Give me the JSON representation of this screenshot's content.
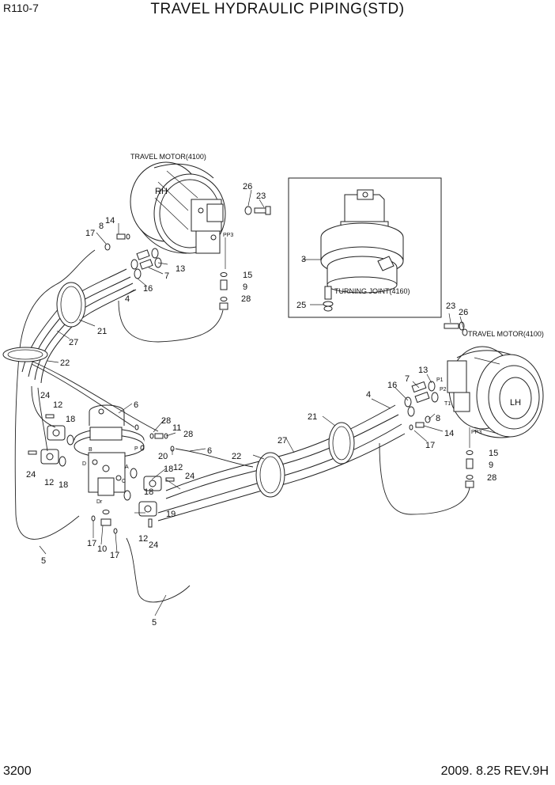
{
  "header": {
    "model": "R110-7",
    "title": "TRAVEL HYDRAULIC PIPING(STD)"
  },
  "footer": {
    "page": "3200",
    "date_rev": "2009. 8.25  REV.9H"
  },
  "captions": {
    "travel_motor_rh": "TRAVEL MOTOR(4100)",
    "travel_motor_lh": "TRAVEL MOTOR(4100)",
    "turning_joint": "TURNING JOINT(4160)",
    "rh": "RH",
    "lh": "LH",
    "pp3_rh": "PP3",
    "pp3_lh": "PP3",
    "p1": "P1",
    "p2": "P2",
    "t1": "T1",
    "port_b": "B",
    "port_a": "A",
    "port_c": "C",
    "port_d": "D",
    "port_p": "P",
    "port_dr": "Dr"
  },
  "callouts": [
    {
      "id": "c26a",
      "text": "26"
    },
    {
      "id": "c23a",
      "text": "23"
    },
    {
      "id": "c8a",
      "text": "8"
    },
    {
      "id": "c14a",
      "text": "14"
    },
    {
      "id": "c17a",
      "text": "17"
    },
    {
      "id": "c13a",
      "text": "13"
    },
    {
      "id": "c7a",
      "text": "7"
    },
    {
      "id": "c16a",
      "text": "16"
    },
    {
      "id": "c4a",
      "text": "4"
    },
    {
      "id": "c15a",
      "text": "15"
    },
    {
      "id": "c9a",
      "text": "9"
    },
    {
      "id": "c28a",
      "text": "28"
    },
    {
      "id": "c21a",
      "text": "21"
    },
    {
      "id": "c27a",
      "text": "27"
    },
    {
      "id": "c22a",
      "text": "22"
    },
    {
      "id": "c3",
      "text": "3"
    },
    {
      "id": "c25",
      "text": "25"
    },
    {
      "id": "c23b",
      "text": "23"
    },
    {
      "id": "c26b",
      "text": "26"
    },
    {
      "id": "c24a",
      "text": "24"
    },
    {
      "id": "c12a",
      "text": "12"
    },
    {
      "id": "c18a",
      "text": "18"
    },
    {
      "id": "c24b",
      "text": "24"
    },
    {
      "id": "c12b",
      "text": "12"
    },
    {
      "id": "c18b",
      "text": "18"
    },
    {
      "id": "c6a",
      "text": "6"
    },
    {
      "id": "c28b",
      "text": "28"
    },
    {
      "id": "c11",
      "text": "11"
    },
    {
      "id": "c28c",
      "text": "28"
    },
    {
      "id": "c20",
      "text": "20"
    },
    {
      "id": "c6b",
      "text": "6"
    },
    {
      "id": "c18c",
      "text": "18"
    },
    {
      "id": "c12c",
      "text": "12"
    },
    {
      "id": "c24c",
      "text": "24"
    },
    {
      "id": "c18d",
      "text": "18"
    },
    {
      "id": "c19",
      "text": "19"
    },
    {
      "id": "c12d",
      "text": "12"
    },
    {
      "id": "c24d",
      "text": "24"
    },
    {
      "id": "c17b",
      "text": "17"
    },
    {
      "id": "c10",
      "text": "10"
    },
    {
      "id": "c17c",
      "text": "17"
    },
    {
      "id": "c5a",
      "text": "5"
    },
    {
      "id": "c5b",
      "text": "5"
    },
    {
      "id": "c22b",
      "text": "22"
    },
    {
      "id": "c27b",
      "text": "27"
    },
    {
      "id": "c21b",
      "text": "21"
    },
    {
      "id": "c4b",
      "text": "4"
    },
    {
      "id": "c16b",
      "text": "16"
    },
    {
      "id": "c7b",
      "text": "7"
    },
    {
      "id": "c13b",
      "text": "13"
    },
    {
      "id": "c8b",
      "text": "8"
    },
    {
      "id": "c14b",
      "text": "14"
    },
    {
      "id": "c17d",
      "text": "17"
    },
    {
      "id": "c15b",
      "text": "15"
    },
    {
      "id": "c9b",
      "text": "9"
    },
    {
      "id": "c28d",
      "text": "28"
    }
  ]
}
